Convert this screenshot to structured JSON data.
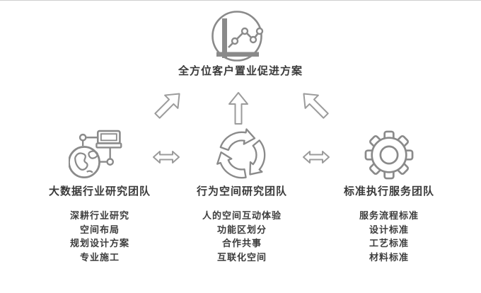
{
  "scheme": {
    "title": "全方位客户置业促进方案",
    "icon": "line-chart-circle-icon"
  },
  "teams": [
    {
      "name": "大数据行业研究团队",
      "icon": "globe-laptop-network-icon",
      "items": [
        "深耕行业研究",
        "空间布局",
        "规划设计方案",
        "专业施工"
      ]
    },
    {
      "name": "行为空间研究团队",
      "icon": "recycle-arrows-icon",
      "items": [
        "人的空间互动体验",
        "功能区划分",
        "合作共事",
        "互联化空间"
      ]
    },
    {
      "name": "标准执行服务团队",
      "icon": "gear-icon",
      "items": [
        "服务流程标准",
        "设计标准",
        "工艺标准",
        "材料标准"
      ]
    }
  ],
  "arrows": {
    "left_up": "arrow-up-right-icon",
    "center_up": "arrow-up-icon",
    "right_up": "arrow-up-left-icon",
    "left_double": "double-horizontal-arrow-icon",
    "right_double": "double-horizontal-arrow-icon"
  },
  "colors": {
    "icon_stroke": "#8a8a8a",
    "arrow_stroke": "#9b9b9b",
    "text": "#3a3a3a",
    "top_border": "#cfcfcf",
    "background": "#ffffff"
  }
}
